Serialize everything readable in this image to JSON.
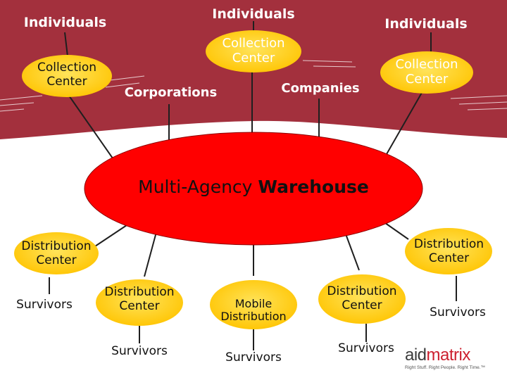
{
  "colors": {
    "banner": "#a3303d",
    "node_fill": "#ffd200",
    "warehouse_fill": "#ff0000",
    "line": "#1f1f1f",
    "text_white": "#ffffff",
    "text_dark": "#111111"
  },
  "top": {
    "individuals_left": "Individuals",
    "individuals_center": "Individuals",
    "individuals_right": "Individuals",
    "collection_left": "Collection Center",
    "collection_center": "Collection Center",
    "collection_right": "Collection Center",
    "corporations": "Corporations",
    "companies": "Companies"
  },
  "warehouse": {
    "prefix": "Multi-Agency ",
    "emphasis": "Warehouse"
  },
  "bottom": {
    "distribution_left": "Distribution Center",
    "distribution_right": "Distribution Center",
    "distribution_2": "Distribution Center",
    "mobile": "Mobile Distribution",
    "distribution_4": "Distribution Center",
    "survivors_1": "Survivors",
    "survivors_2": "Survivors",
    "survivors_3": "Survivors",
    "survivors_4": "Survivors",
    "survivors_5": "Survivors"
  },
  "logo": {
    "name_prefix": "aid",
    "name_suffix": "matrix",
    "tagline": "Right Stuff. Right People. Right Time.™"
  }
}
